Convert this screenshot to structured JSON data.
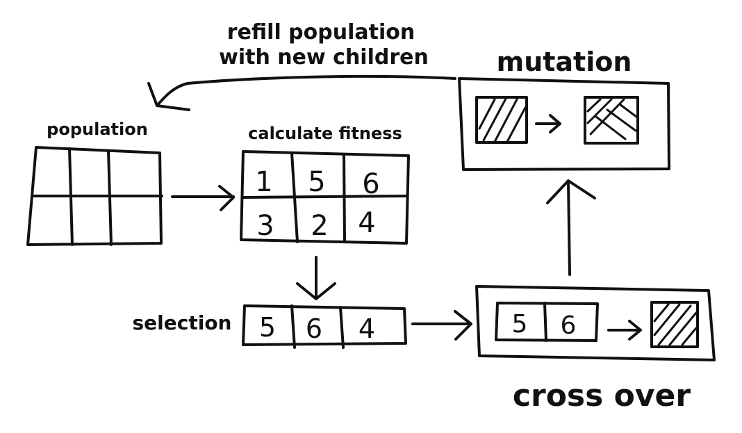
{
  "labels": {
    "refill_line1": "refill population",
    "refill_line2": "with new children",
    "mutation": "mutation",
    "population": "population",
    "calculate_fitness": "calculate fitness",
    "selection": "selection",
    "cross_over": "cross over"
  },
  "fitness_values": [
    "1",
    "5",
    "6",
    "3",
    "2",
    "4"
  ],
  "selection_values": [
    "5",
    "6",
    "4"
  ],
  "crossover_parents": [
    "5",
    "6"
  ],
  "colors": {
    "ink": "#111111",
    "background": "#ffffff"
  }
}
